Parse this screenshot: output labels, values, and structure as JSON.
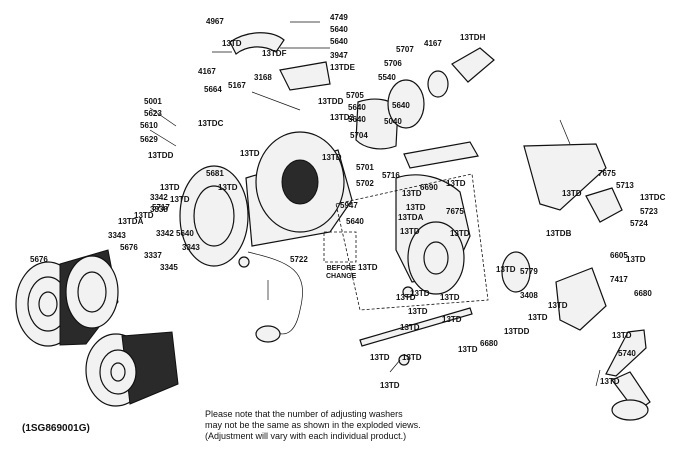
{
  "diagram": {
    "document_code": "(1SG869001G)",
    "note_lines": [
      "Please note that the number of adjusting washers",
      "may not be the same as shown in the exploded views.",
      "(Adjustment will vary with each individual product.)"
    ],
    "before_change_lines": [
      "BEFORE",
      "CHANGE"
    ],
    "part_codes": [
      "4967",
      "13TD",
      "4749",
      "5640",
      "5640",
      "3947",
      "13TDE",
      "4167",
      "13TDF",
      "5540",
      "5707",
      "4167",
      "13TDH",
      "5664",
      "5167",
      "3168",
      "13TDC",
      "13TDD",
      "5705",
      "5640",
      "5640",
      "5704",
      "13TD2",
      "5706",
      "5640",
      "5040",
      "5001",
      "5623",
      "5610",
      "5629",
      "13TDD",
      "13TD",
      "5681",
      "13TD",
      "13TD",
      "13TD",
      "5717",
      "13TD",
      "13TDA",
      "5947",
      "5640",
      "13TD",
      "5701",
      "5702",
      "5716",
      "13TD",
      "13TD",
      "13TDA",
      "13TD",
      "6690",
      "13TD",
      "7675",
      "13TD",
      "5779",
      "13TDB",
      "13TD",
      "7675",
      "5713",
      "13TDC",
      "5723",
      "5724",
      "5722",
      "5640",
      "3343",
      "3342",
      "3338",
      "3337",
      "3345",
      "3342",
      "3343",
      "5676",
      "5676",
      "13TD",
      "13TD",
      "13TD",
      "13TD",
      "13TD",
      "13TD",
      "13TD",
      "13TD",
      "3408",
      "6680",
      "6605",
      "13TD",
      "7417",
      "6680",
      "13TD",
      "5740",
      "13TD",
      "13TD",
      "13TDD",
      "13TD",
      "13TD",
      "13TD",
      "13TD",
      "13TD"
    ]
  }
}
